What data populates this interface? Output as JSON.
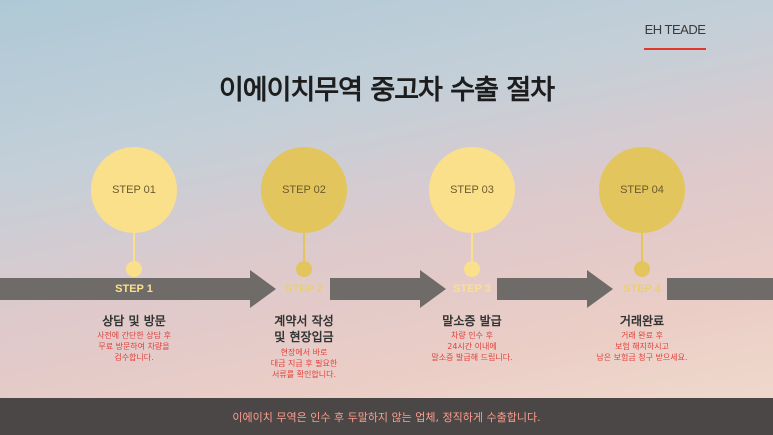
{
  "brand": "EH TEADE",
  "title": "이에이치무역 중고차 수출 절차",
  "steps": [
    {
      "circle_label": "STEP 01",
      "bar_label": "STEP 1",
      "title_lines": [
        "상담 및 방문"
      ],
      "desc_lines": [
        "사전에 간단한 상담 후",
        "무료 방문하여 차량을",
        "검수합니다."
      ]
    },
    {
      "circle_label": "STEP 02",
      "bar_label": "STEP 2",
      "title_lines": [
        "계약서 작성",
        "및 현장입금"
      ],
      "desc_lines": [
        "현장에서 바로",
        "대금 지급 후 필요한",
        "서류를 확인합니다."
      ]
    },
    {
      "circle_label": "STEP 03",
      "bar_label": "STEP 3",
      "title_lines": [
        "말소증 발급"
      ],
      "desc_lines": [
        "차량 인수 후",
        "24시간 이내에",
        "말소증 발급해 드립니다."
      ]
    },
    {
      "circle_label": "STEP 04",
      "bar_label": "STEP 4",
      "title_lines": [
        "거래완료"
      ],
      "desc_lines": [
        "거래 완료 후",
        "보험 해지하시고",
        "남은 보험금 청구 받으세요."
      ]
    }
  ],
  "footer": "이에이치 무역은 인수 후 두말하지 않는 업체, 정직하게 수출합니다.",
  "colors": {
    "circle_light": "#fbe08c",
    "circle_dark": "#e2c55d",
    "arrow_bar": "#6f6b69",
    "desc_text": "#e2403a",
    "footer_bg": "#4a4746",
    "footer_text": "#ff9d8c",
    "brand_underline": "#e4372b"
  }
}
